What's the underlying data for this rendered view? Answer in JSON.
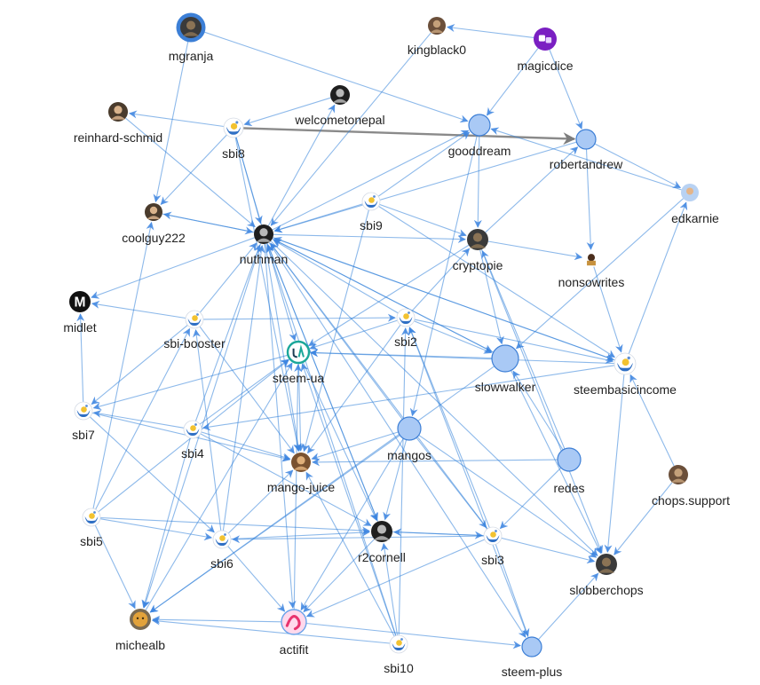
{
  "graph": {
    "colors": {
      "edge": "#2f80d8",
      "strong_edge": "#8a8a8a",
      "node_fill": "#a9c9f5",
      "node_stroke": "#3d7fd6",
      "sbi_badge": "#2f6fc4",
      "sbi_hand": "#f2c230"
    },
    "nodes": [
      {
        "id": "mgranja",
        "label": "mgranja",
        "icon": "avatar-photo"
      },
      {
        "id": "kingblack0",
        "label": "kingblack0",
        "icon": "avatar-photo"
      },
      {
        "id": "magicdice",
        "label": "magicdice",
        "icon": "dice-logo"
      },
      {
        "id": "reinhard-schmid",
        "label": "reinhard-schmid",
        "icon": "avatar-photo"
      },
      {
        "id": "welcometonepal",
        "label": "welcometonepal",
        "icon": "avatar-photo"
      },
      {
        "id": "sbi8",
        "label": "sbi8",
        "icon": "sbi-hands-icon"
      },
      {
        "id": "gooddream",
        "label": "gooddream",
        "icon": "plain-circle"
      },
      {
        "id": "robertandrew",
        "label": "robertandrew",
        "icon": "plain-circle"
      },
      {
        "id": "edkarnie",
        "label": "edkarnie",
        "icon": "avatar-photo"
      },
      {
        "id": "coolguy222",
        "label": "coolguy222",
        "icon": "avatar-photo"
      },
      {
        "id": "nuthman",
        "label": "nuthman",
        "icon": "avatar-photo"
      },
      {
        "id": "sbi9",
        "label": "sbi9",
        "icon": "sbi-hands-icon"
      },
      {
        "id": "cryptopie",
        "label": "cryptopie",
        "icon": "avatar-photo"
      },
      {
        "id": "nonsowrites",
        "label": "nonsowrites",
        "icon": "avatar-photo"
      },
      {
        "id": "midlet",
        "label": "midlet",
        "icon": "m-logo"
      },
      {
        "id": "sbi-booster",
        "label": "sbi-booster",
        "icon": "sbi-hands-icon"
      },
      {
        "id": "sbi2",
        "label": "sbi2",
        "icon": "sbi-hands-icon"
      },
      {
        "id": "steem-ua",
        "label": "steem-ua",
        "icon": "steem-ua-logo"
      },
      {
        "id": "slowwalker",
        "label": "slowwalker",
        "icon": "plain-circle"
      },
      {
        "id": "steembasicincome",
        "label": "steembasicincome",
        "icon": "sbi-hands-icon"
      },
      {
        "id": "sbi7",
        "label": "sbi7",
        "icon": "sbi-hands-icon"
      },
      {
        "id": "sbi4",
        "label": "sbi4",
        "icon": "sbi-hands-icon"
      },
      {
        "id": "mangos",
        "label": "mangos",
        "icon": "plain-circle"
      },
      {
        "id": "mango-juice",
        "label": "mango-juice",
        "icon": "avatar-photo"
      },
      {
        "id": "redes",
        "label": "redes",
        "icon": "plain-circle"
      },
      {
        "id": "chops.support",
        "label": "chops.support",
        "icon": "avatar-photo"
      },
      {
        "id": "sbi5",
        "label": "sbi5",
        "icon": "sbi-hands-icon"
      },
      {
        "id": "sbi6",
        "label": "sbi6",
        "icon": "sbi-hands-icon"
      },
      {
        "id": "r2cornell",
        "label": "r2cornell",
        "icon": "avatar-photo"
      },
      {
        "id": "sbi3",
        "label": "sbi3",
        "icon": "sbi-hands-icon"
      },
      {
        "id": "slobberchops",
        "label": "slobberchops",
        "icon": "avatar-photo"
      },
      {
        "id": "michealb",
        "label": "michealb",
        "icon": "avatar-photo"
      },
      {
        "id": "actifit",
        "label": "actifit",
        "icon": "actifit-logo"
      },
      {
        "id": "sbi10",
        "label": "sbi10",
        "icon": "sbi-hands-icon"
      },
      {
        "id": "steem-plus",
        "label": "steem-plus",
        "icon": "plain-circle"
      }
    ],
    "edges": [
      {
        "source": "sbi8",
        "target": "robertandrew",
        "weight": "strong"
      },
      {
        "source": "magicdice",
        "target": "kingblack0"
      },
      {
        "source": "magicdice",
        "target": "gooddream"
      },
      {
        "source": "magicdice",
        "target": "robertandrew"
      },
      {
        "source": "mgranja",
        "target": "gooddream"
      },
      {
        "source": "mgranja",
        "target": "coolguy222"
      },
      {
        "source": "sbi8",
        "target": "reinhard-schmid"
      },
      {
        "source": "sbi8",
        "target": "coolguy222"
      },
      {
        "source": "sbi8",
        "target": "nuthman"
      },
      {
        "source": "sbi8",
        "target": "mango-juice"
      },
      {
        "source": "sbi8",
        "target": "steem-ua"
      },
      {
        "source": "nuthman",
        "target": "gooddream"
      },
      {
        "source": "nuthman",
        "target": "coolguy222"
      },
      {
        "source": "nuthman",
        "target": "midlet"
      },
      {
        "source": "nuthman",
        "target": "cryptopie"
      },
      {
        "source": "nuthman",
        "target": "welcometonepal"
      },
      {
        "source": "nuthman",
        "target": "steembasicincome"
      },
      {
        "source": "nuthman",
        "target": "michealb"
      },
      {
        "source": "nuthman",
        "target": "slobberchops"
      },
      {
        "source": "nuthman",
        "target": "actifit"
      },
      {
        "source": "nuthman",
        "target": "r2cornell"
      },
      {
        "source": "nuthman",
        "target": "mango-juice"
      },
      {
        "source": "nuthman",
        "target": "steem-plus"
      },
      {
        "source": "nuthman",
        "target": "slowwalker"
      },
      {
        "source": "robertandrew",
        "target": "nuthman"
      },
      {
        "source": "robertandrew",
        "target": "nonsowrites"
      },
      {
        "source": "robertandrew",
        "target": "edkarnie"
      },
      {
        "source": "edkarnie",
        "target": "gooddream"
      },
      {
        "source": "edkarnie",
        "target": "slowwalker"
      },
      {
        "source": "sbi9",
        "target": "nuthman"
      },
      {
        "source": "sbi9",
        "target": "cryptopie"
      },
      {
        "source": "sbi9",
        "target": "gooddream"
      },
      {
        "source": "sbi9",
        "target": "steembasicincome"
      },
      {
        "source": "sbi9",
        "target": "mango-juice"
      },
      {
        "source": "cryptopie",
        "target": "nonsowrites"
      },
      {
        "source": "cryptopie",
        "target": "robertandrew"
      },
      {
        "source": "cryptopie",
        "target": "slowwalker"
      },
      {
        "source": "cryptopie",
        "target": "slobberchops"
      },
      {
        "source": "cryptopie",
        "target": "steem-ua"
      },
      {
        "source": "sbi-booster",
        "target": "midlet"
      },
      {
        "source": "sbi-booster",
        "target": "nuthman"
      },
      {
        "source": "sbi-booster",
        "target": "sbi2"
      },
      {
        "source": "sbi-booster",
        "target": "sbi7"
      },
      {
        "source": "sbi-booster",
        "target": "mango-juice"
      },
      {
        "source": "sbi2",
        "target": "nuthman"
      },
      {
        "source": "sbi2",
        "target": "steem-ua"
      },
      {
        "source": "sbi2",
        "target": "cryptopie"
      },
      {
        "source": "sbi2",
        "target": "steembasicincome"
      },
      {
        "source": "sbi2",
        "target": "mango-juice"
      },
      {
        "source": "sbi2",
        "target": "slowwalker"
      },
      {
        "source": "slowwalker",
        "target": "michealb"
      },
      {
        "source": "slowwalker",
        "target": "steem-ua"
      },
      {
        "source": "slowwalker",
        "target": "nuthman"
      },
      {
        "source": "slowwalker",
        "target": "slobberchops"
      },
      {
        "source": "steembasicincome",
        "target": "nuthman"
      },
      {
        "source": "steembasicincome",
        "target": "slobberchops"
      },
      {
        "source": "steembasicincome",
        "target": "edkarnie"
      },
      {
        "source": "steem-ua",
        "target": "sbi7"
      },
      {
        "source": "steem-ua",
        "target": "mango-juice"
      },
      {
        "source": "steem-ua",
        "target": "r2cornell"
      },
      {
        "source": "sbi7",
        "target": "midlet"
      },
      {
        "source": "sbi7",
        "target": "mango-juice"
      },
      {
        "source": "sbi7",
        "target": "sbi6"
      },
      {
        "source": "sbi4",
        "target": "sbi7"
      },
      {
        "source": "sbi4",
        "target": "steem-ua"
      },
      {
        "source": "sbi4",
        "target": "mango-juice"
      },
      {
        "source": "sbi4",
        "target": "nuthman"
      },
      {
        "source": "sbi4",
        "target": "michealb"
      },
      {
        "source": "sbi4",
        "target": "r2cornell"
      },
      {
        "source": "mangos",
        "target": "nuthman"
      },
      {
        "source": "mangos",
        "target": "mango-juice"
      },
      {
        "source": "mangos",
        "target": "r2cornell"
      },
      {
        "source": "mangos",
        "target": "michealb"
      },
      {
        "source": "mangos",
        "target": "slobberchops"
      },
      {
        "source": "mangos",
        "target": "sbi3"
      },
      {
        "source": "mangos",
        "target": "actifit"
      },
      {
        "source": "redes",
        "target": "slowwalker"
      },
      {
        "source": "redes",
        "target": "mango-juice"
      },
      {
        "source": "redes",
        "target": "sbi3"
      },
      {
        "source": "redes",
        "target": "cryptopie"
      },
      {
        "source": "chops.support",
        "target": "slobberchops"
      },
      {
        "source": "chops.support",
        "target": "steembasicincome"
      },
      {
        "source": "sbi5",
        "target": "michealb"
      },
      {
        "source": "sbi5",
        "target": "sbi6"
      },
      {
        "source": "sbi5",
        "target": "r2cornell"
      },
      {
        "source": "sbi5",
        "target": "steem-ua"
      },
      {
        "source": "sbi5",
        "target": "coolguy222"
      },
      {
        "source": "sbi5",
        "target": "sbi-booster"
      },
      {
        "source": "sbi6",
        "target": "r2cornell"
      },
      {
        "source": "sbi6",
        "target": "nuthman"
      },
      {
        "source": "sbi6",
        "target": "sbi-booster"
      },
      {
        "source": "sbi6",
        "target": "actifit"
      },
      {
        "source": "sbi6",
        "target": "mango-juice"
      },
      {
        "source": "r2cornell",
        "target": "sbi3"
      },
      {
        "source": "r2cornell",
        "target": "actifit"
      },
      {
        "source": "r2cornell",
        "target": "nuthman"
      },
      {
        "source": "sbi3",
        "target": "nuthman"
      },
      {
        "source": "sbi3",
        "target": "sbi6"
      },
      {
        "source": "sbi3",
        "target": "r2cornell"
      },
      {
        "source": "sbi3",
        "target": "actifit"
      },
      {
        "source": "sbi3",
        "target": "sbi2"
      },
      {
        "source": "sbi3",
        "target": "slobberchops"
      },
      {
        "source": "sbi3",
        "target": "steem-plus"
      },
      {
        "source": "actifit",
        "target": "michealb"
      },
      {
        "source": "actifit",
        "target": "steem-plus"
      },
      {
        "source": "actifit",
        "target": "steem-ua"
      },
      {
        "source": "sbi10",
        "target": "nuthman"
      },
      {
        "source": "sbi10",
        "target": "r2cornell"
      },
      {
        "source": "sbi10",
        "target": "sbi2"
      },
      {
        "source": "sbi10",
        "target": "steem-ua"
      },
      {
        "source": "sbi10",
        "target": "michealb"
      },
      {
        "source": "sbi10",
        "target": "mango-juice"
      },
      {
        "source": "steem-plus",
        "target": "slobberchops"
      },
      {
        "source": "steem-plus",
        "target": "sbi2"
      },
      {
        "source": "michealb",
        "target": "steem-ua"
      },
      {
        "source": "coolguy222",
        "target": "nuthman"
      },
      {
        "source": "kingblack0",
        "target": "nuthman"
      },
      {
        "source": "welcometonepal",
        "target": "sbi8"
      },
      {
        "source": "reinhard-schmid",
        "target": "nuthman"
      },
      {
        "source": "nonsowrites",
        "target": "steembasicincome"
      },
      {
        "source": "steembasicincome",
        "target": "steem-ua"
      },
      {
        "source": "steembasicincome",
        "target": "sbi4"
      },
      {
        "source": "gooddream",
        "target": "cryptopie"
      },
      {
        "source": "gooddream",
        "target": "mangos"
      }
    ]
  }
}
